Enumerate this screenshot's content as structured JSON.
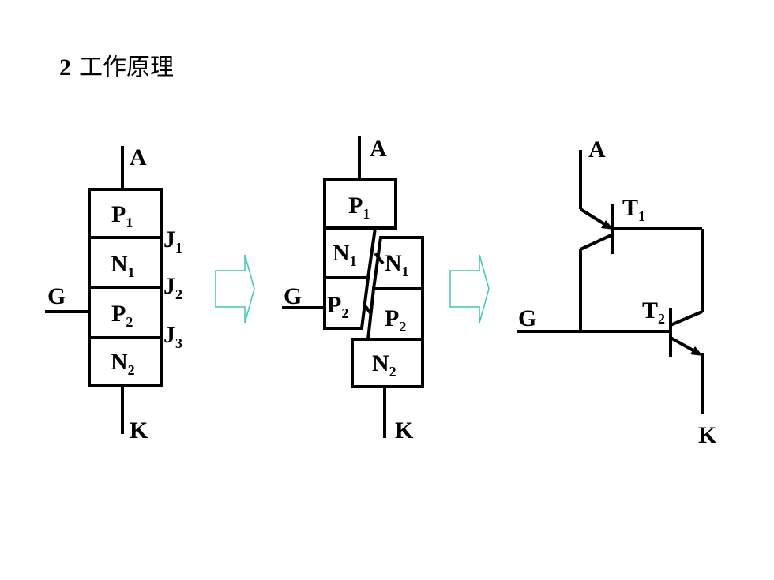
{
  "title": {
    "number": "2",
    "text": "工作原理"
  },
  "structure": {
    "terminals": {
      "anode": "A",
      "cathode": "K",
      "gate": "G"
    },
    "layers": [
      {
        "base": "P",
        "sub": "1"
      },
      {
        "base": "N",
        "sub": "1"
      },
      {
        "base": "P",
        "sub": "2"
      },
      {
        "base": "N",
        "sub": "2"
      }
    ],
    "junctions": [
      {
        "base": "J",
        "sub": "1"
      },
      {
        "base": "J",
        "sub": "2"
      },
      {
        "base": "J",
        "sub": "3"
      }
    ]
  },
  "split": {
    "terminals": {
      "anode": "A",
      "cathode": "K",
      "gate": "G"
    },
    "upper": [
      {
        "base": "P",
        "sub": "1"
      },
      {
        "base": "N",
        "sub": "1"
      },
      {
        "base": "P",
        "sub": "2"
      }
    ],
    "lower": [
      {
        "base": "N",
        "sub": "1"
      },
      {
        "base": "P",
        "sub": "2"
      },
      {
        "base": "N",
        "sub": "2"
      }
    ]
  },
  "circuit": {
    "terminals": {
      "anode": "A",
      "cathode": "K",
      "gate": "G"
    },
    "transistors": [
      {
        "base": "T",
        "sub": "1"
      },
      {
        "base": "T",
        "sub": "2"
      }
    ]
  },
  "colors": {
    "flow_arrow": "#3cc8b4",
    "line": "#000000"
  }
}
